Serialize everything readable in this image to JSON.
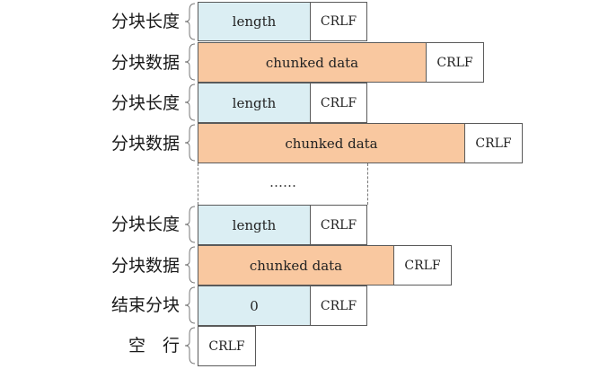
{
  "labels": {
    "chunk_length": "分块长度",
    "chunk_data": "分块数据",
    "end_chunk": "结束分块",
    "empty_line": "空　行"
  },
  "boxes": {
    "length": "length",
    "chunked_data": "chunked data",
    "crlf": "CRLF",
    "zero": "0"
  },
  "ellipsis": "……",
  "colors": {
    "length_fill": "#dbeef3",
    "data_fill": "#f9c8a0",
    "crlf_fill": "#ffffff",
    "border": "#5a5a5a"
  }
}
